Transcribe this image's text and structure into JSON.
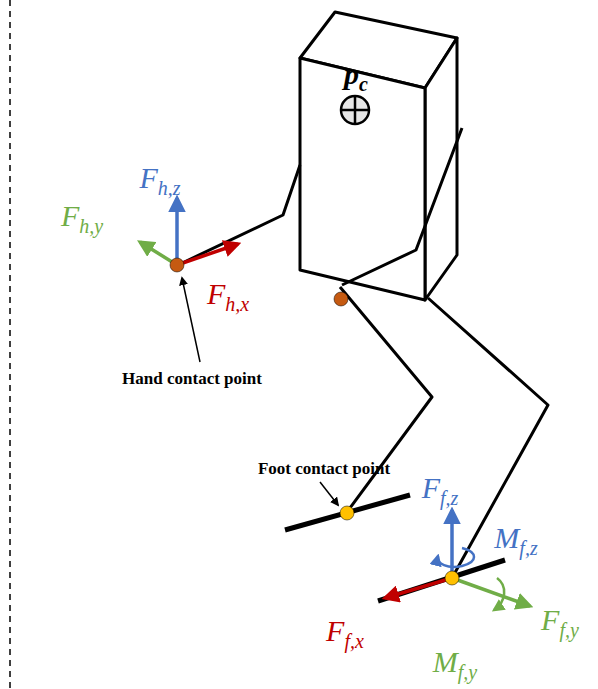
{
  "diagram": {
    "labels": [
      "pc",
      "Fh,z",
      "Fh,y",
      "Fh,x",
      "Hand contact point",
      "Foot contact point",
      "Ff,z",
      "Mf,z",
      "Ff,x",
      "Ff,y",
      "Mf,y"
    ]
  }
}
